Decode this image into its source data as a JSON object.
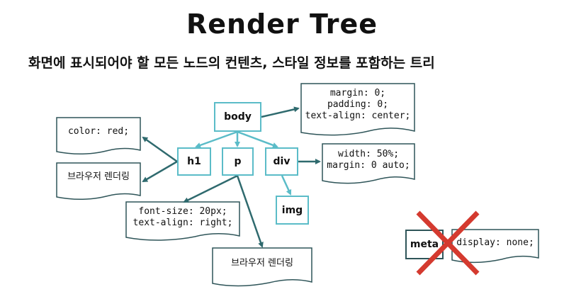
{
  "title": "Render Tree",
  "subtitle": "화면에 표시되어야 할 모든 노드의 컨텐츠, 스타일 정보를 포함하는 트리",
  "nodes": {
    "body": "body",
    "h1": "h1",
    "p": "p",
    "div": "div",
    "img": "img",
    "meta": "meta"
  },
  "styles": {
    "body": "margin: 0;\npadding: 0;\ntext-align: center;",
    "h1": "color: red;",
    "h1_render": "브라우저 렌더링",
    "p": "font-size: 20px;\ntext-align: right;",
    "p_render": "브라우저 렌더링",
    "div": "width: 50%;\nmargin: 0 auto;",
    "meta": "display: none;"
  },
  "colors": {
    "node_border": "#5bbcc8",
    "tree_arrow": "#5bbcc8",
    "style_arrow": "#2f6a6e",
    "doc_border": "#2f5559",
    "cross": "#d43a2f"
  }
}
